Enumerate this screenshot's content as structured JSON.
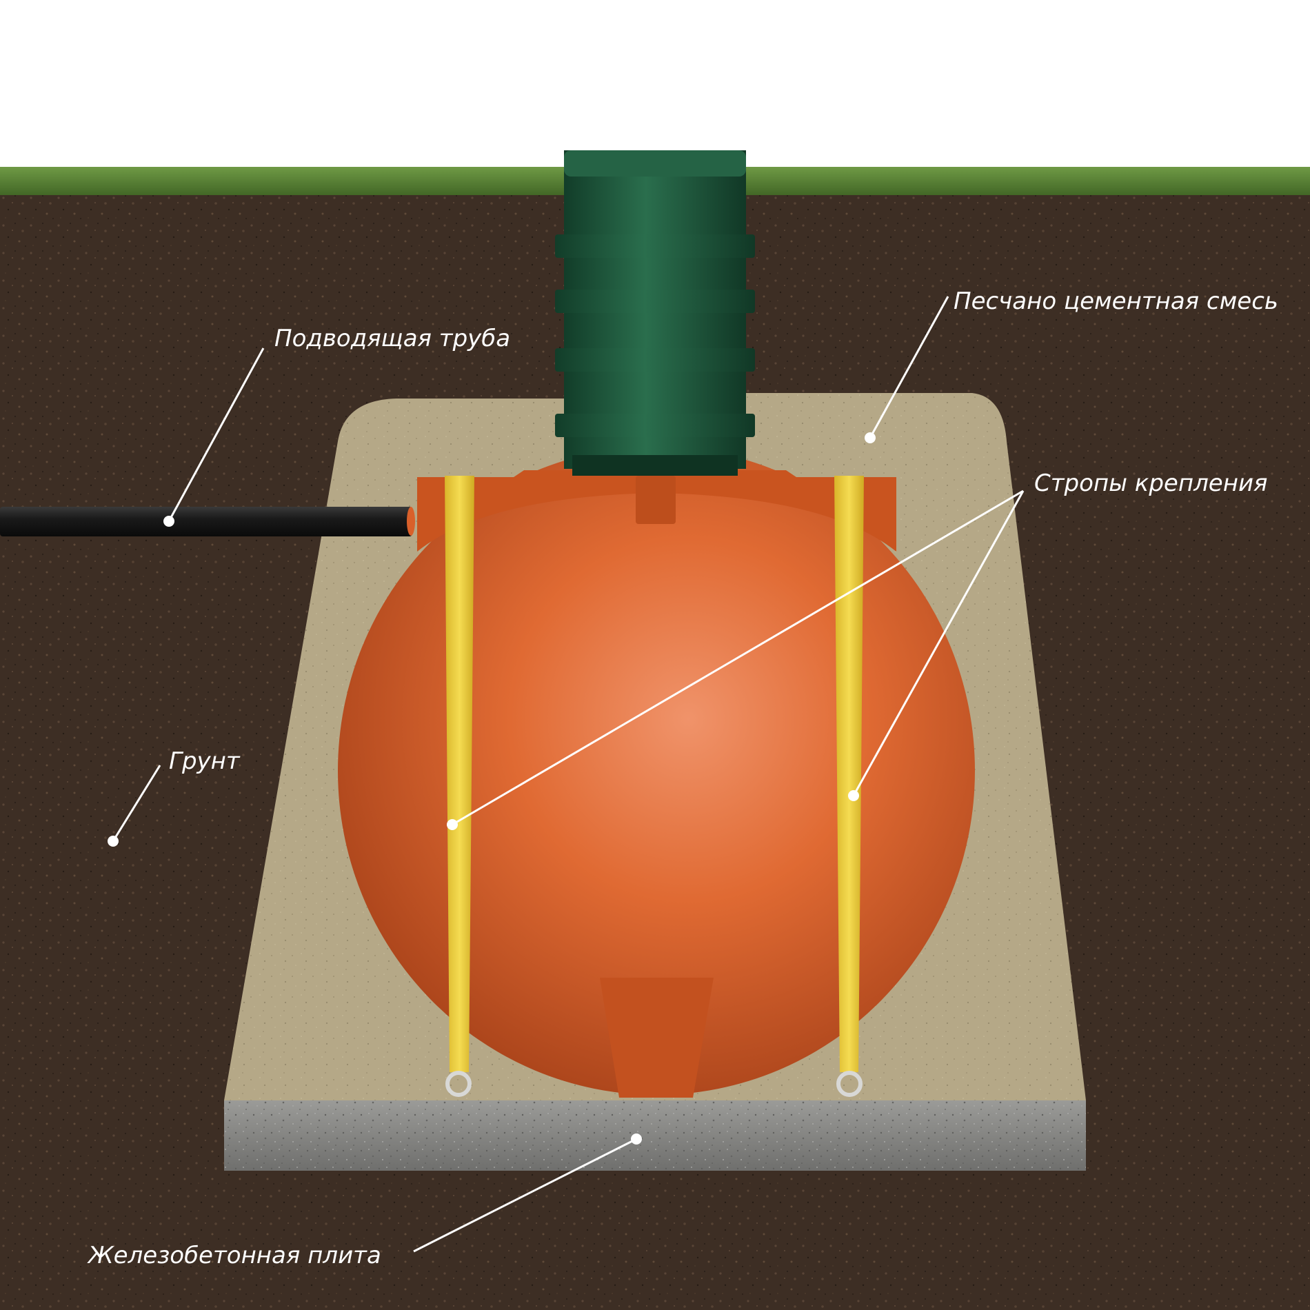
{
  "labels": {
    "inlet_pipe": "Подводящая труба",
    "sand_cement_mix": "Песчано цементная смесь",
    "mounting_straps": "Стропы крепления",
    "soil": "Грунт",
    "concrete_slab": "Железобетонная плита"
  },
  "colors": {
    "sky": "#ffffff",
    "grass": "#4f7a2e",
    "soil": "#3d2e24",
    "sand_cement": "#b5a887",
    "tank_orange": "#d9602a",
    "tank_shaft_green": "#1e5a3e",
    "strap_yellow": "#f0d23c",
    "concrete": "#8a8a88",
    "pipe": "#1c1c1c",
    "callout_line": "#ffffff"
  },
  "icons": {
    "tank": "spherical-septic-tank",
    "shaft": "ribbed-access-shaft",
    "pipe": "inlet-pipe",
    "strap": "tie-down-strap",
    "anchor": "anchor-ring",
    "slab": "concrete-base-slab"
  }
}
